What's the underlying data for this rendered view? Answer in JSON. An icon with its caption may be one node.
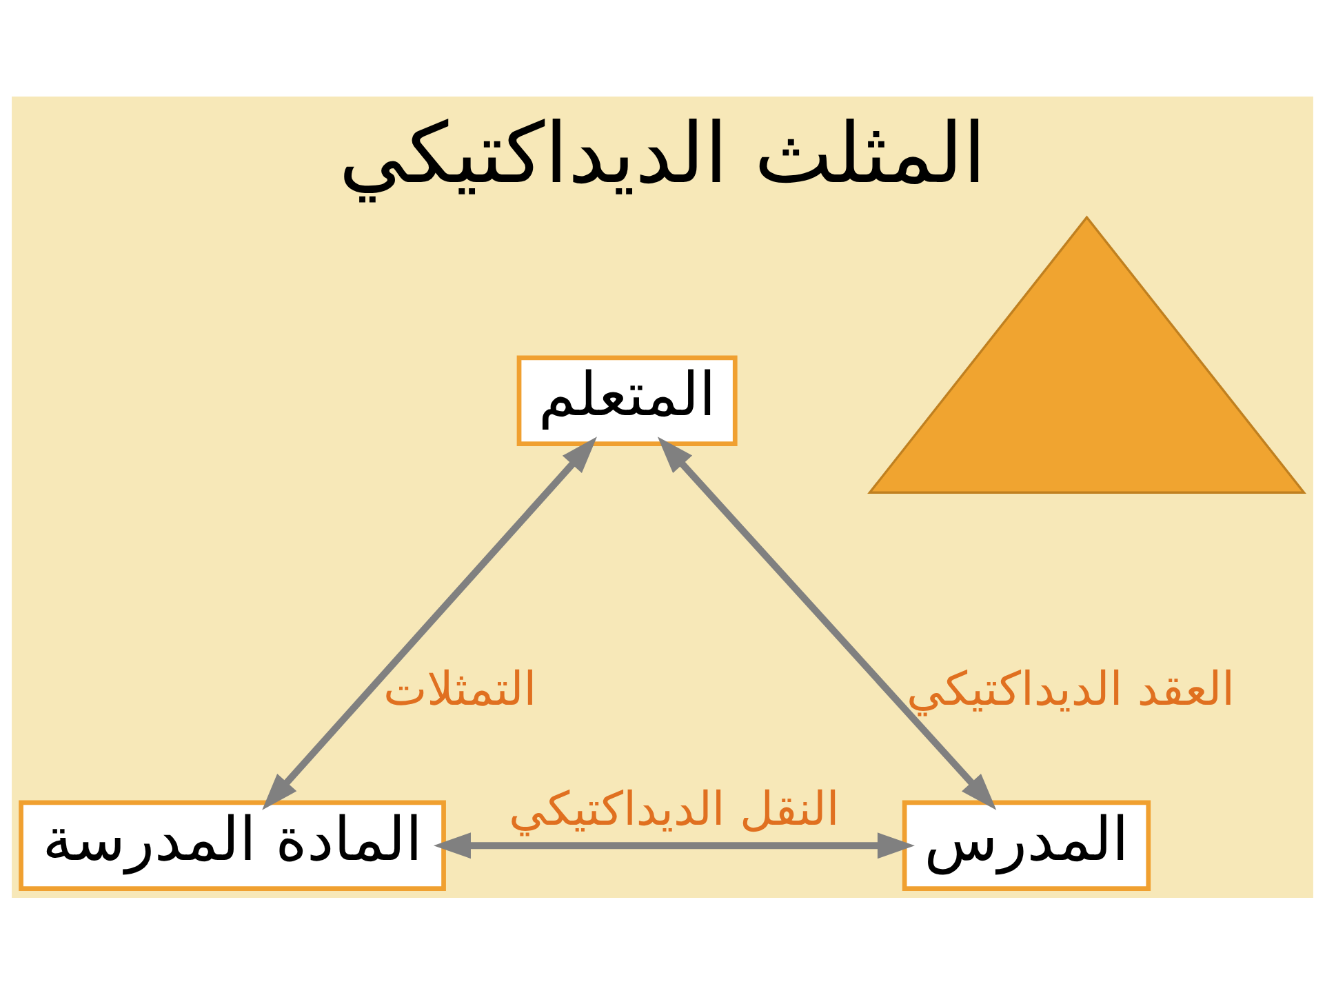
{
  "diagram": {
    "title": "المثلث الديداكتيكي",
    "nodes": [
      {
        "text": [
          "المتعلم"
        ]
      },
      {
        "text": [],
        "shape": "triangle"
      },
      {
        "text": [
          "المادة المدرسة"
        ]
      },
      {
        "text": [
          "المدرس"
        ]
      }
    ],
    "edges": [
      {
        "from": 0,
        "to": 2,
        "arrow": "both",
        "label": "التمثلات"
      },
      {
        "from": 0,
        "to": 3,
        "arrow": "both",
        "label": "العقد الديداكتيكي"
      },
      {
        "from": 2,
        "to": 3,
        "arrow": "both",
        "label": "النقل الديداكتيكي"
      }
    ]
  }
}
